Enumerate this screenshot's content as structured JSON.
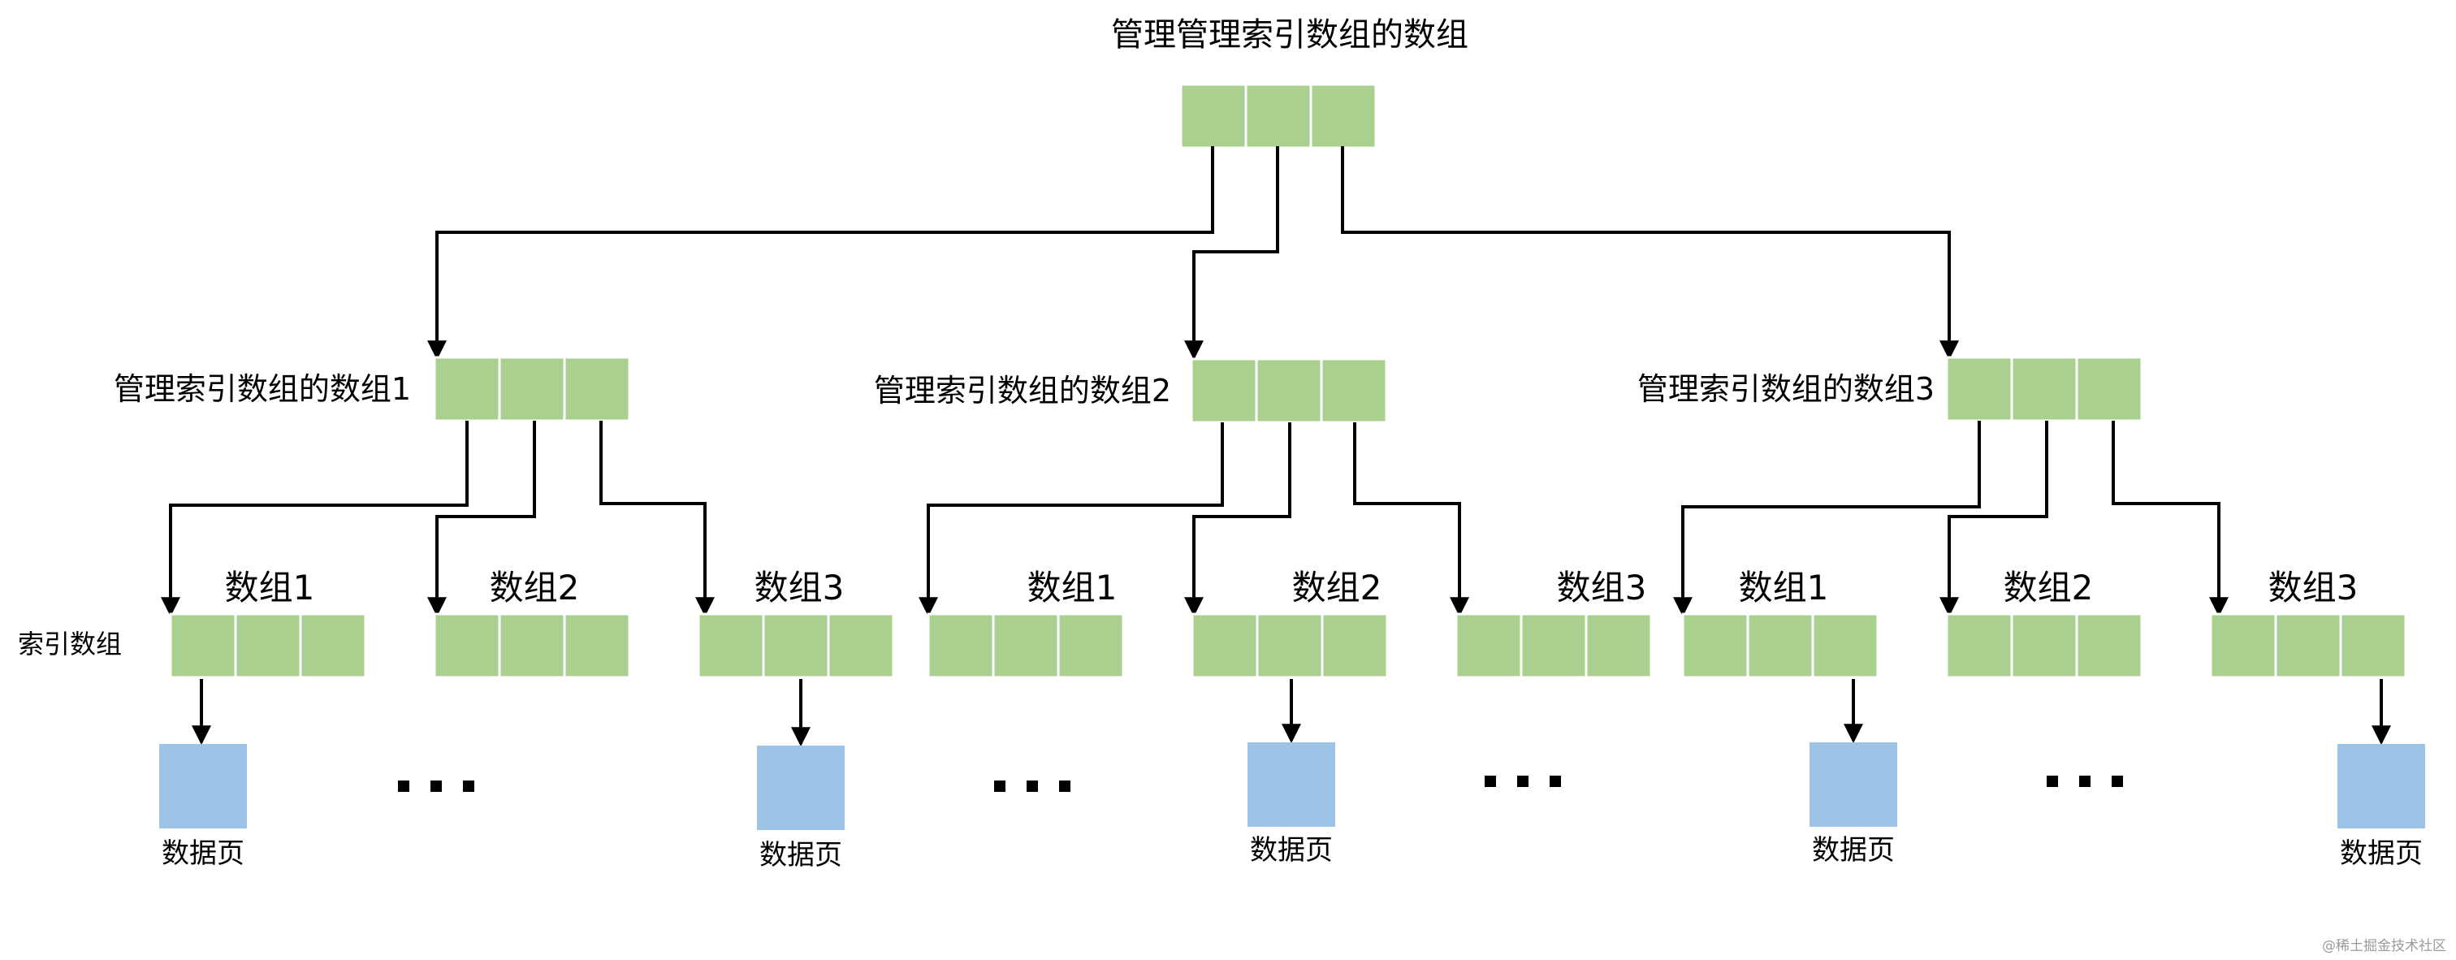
{
  "colors": {
    "cell": "#a9d08e",
    "cell_border": "#ffffff",
    "page": "#9dc3e6",
    "line": "#000000"
  },
  "root": {
    "title": "管理管理索引数组的数组"
  },
  "mid_arrays": [
    {
      "label": "管理索引数组的数组1"
    },
    {
      "label": "管理索引数组的数组2"
    },
    {
      "label": "管理索引数组的数组3"
    }
  ],
  "leaf_side_label": "索引数组",
  "leaf_labels": [
    "数组1",
    "数组2",
    "数组3"
  ],
  "page_label": "数据页",
  "ellipsis": "...",
  "watermark": "@稀土掘金技术社区"
}
